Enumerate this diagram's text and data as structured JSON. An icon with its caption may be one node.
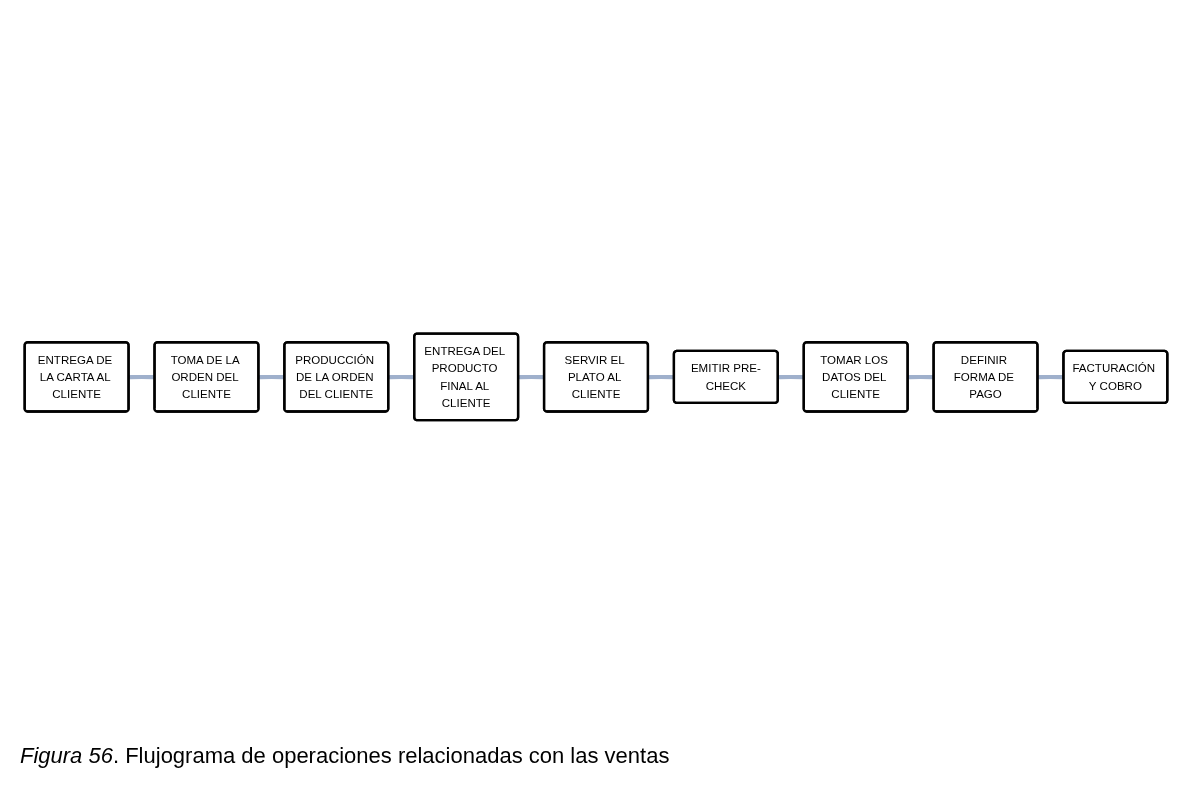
{
  "diagram": {
    "caption": "*Figura 56*. Flujograma de operaciones relacionadas con las ventas",
    "nodes": [
      {
        "text": [
          "ENTREGA DE LA CARTA AL CLIENTE"
        ]
      },
      {
        "text": [
          "TOMA DE LA ORDEN DEL CLIENTE"
        ]
      },
      {
        "text": [
          "PRODUCCIÓN DE LA ORDEN DEL CLIENTE"
        ]
      },
      {
        "text": [
          "ENTREGA DEL PRODUCTO FINAL AL CLIENTE"
        ]
      },
      {
        "text": [
          "SERVIR EL PLATO AL CLIENTE"
        ]
      },
      {
        "text": [
          "EMITIR PRE-CHECK"
        ]
      },
      {
        "text": [
          "TOMAR LOS DATOS DEL CLIENTE"
        ]
      },
      {
        "text": [
          "DEFINIR FORMA DE PAGO"
        ]
      },
      {
        "text": [
          "FACTURACIÓN Y COBRO"
        ]
      }
    ],
    "edges": [
      {
        "from": 0,
        "to": 1,
        "arrow": "none"
      },
      {
        "from": 1,
        "to": 2,
        "arrow": "none"
      },
      {
        "from": 2,
        "to": 3,
        "arrow": "none"
      },
      {
        "from": 3,
        "to": 4,
        "arrow": "none"
      },
      {
        "from": 4,
        "to": 5,
        "arrow": "none"
      },
      {
        "from": 5,
        "to": 6,
        "arrow": "none"
      },
      {
        "from": 6,
        "to": 7,
        "arrow": "none"
      },
      {
        "from": 7,
        "to": 8,
        "arrow": "none"
      }
    ]
  }
}
